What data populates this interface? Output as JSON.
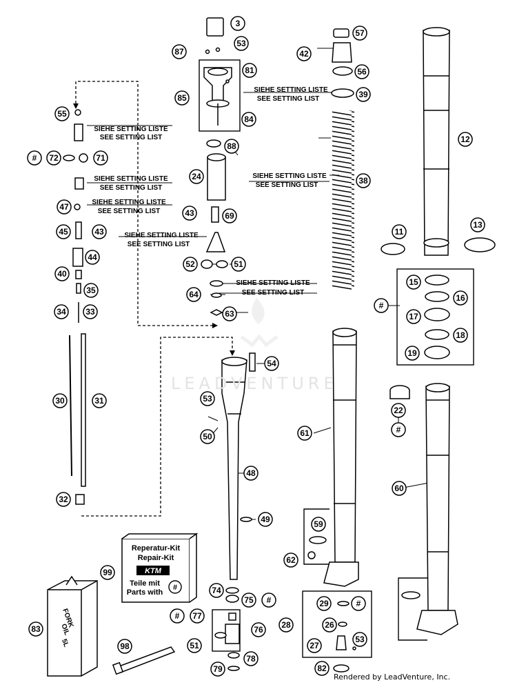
{
  "callouts": {
    "c3": "3",
    "c87": "87",
    "c53a": "53",
    "c81": "81",
    "c85": "85",
    "c84": "84",
    "c88": "88",
    "c24": "24",
    "c43a": "43",
    "c69": "69",
    "c52": "52",
    "c51a": "51",
    "c64": "64",
    "c63": "63",
    "c57": "57",
    "c42": "42",
    "c56": "56",
    "c39": "39",
    "c38": "38",
    "c12": "12",
    "c11": "11",
    "c13": "13",
    "c15": "15",
    "c16": "16",
    "c17": "17",
    "c18": "18",
    "c19": "19",
    "c55": "55",
    "c72": "72",
    "c71": "71",
    "c47": "47",
    "c45": "45",
    "c43b": "43",
    "c44": "44",
    "c40": "40",
    "c35": "35",
    "c34": "34",
    "c33": "33",
    "c30": "30",
    "c31": "31",
    "c32": "32",
    "c54": "54",
    "c53b": "53",
    "c50": "50",
    "c48": "48",
    "c49": "49",
    "c61": "61",
    "c59": "59",
    "c62": "62",
    "c22": "22",
    "c60": "60",
    "c99": "99",
    "c83": "83",
    "c74": "74",
    "c75": "75",
    "c77": "77",
    "c76": "76",
    "c51b": "51",
    "c98": "98",
    "c79": "79",
    "c78": "78",
    "c28": "28",
    "c29": "29",
    "c26": "26",
    "c53c": "53",
    "c27": "27",
    "c82": "82"
  },
  "hash": "#",
  "notes": {
    "siehe": "SIEHE SETTING LISTE",
    "see": "SEE SETTING LIST"
  },
  "kit": {
    "line1": "Reperatur-Kit",
    "line2": "Repair-Kit",
    "brand": "KTM",
    "line3": "Teile mit",
    "line4": "Parts with"
  },
  "oil_can": {
    "line1": "FORK",
    "line2": "OIL",
    "line3": "5L"
  },
  "watermark": "LEADVENTURE",
  "credit": "Rendered by LeadVenture, Inc."
}
